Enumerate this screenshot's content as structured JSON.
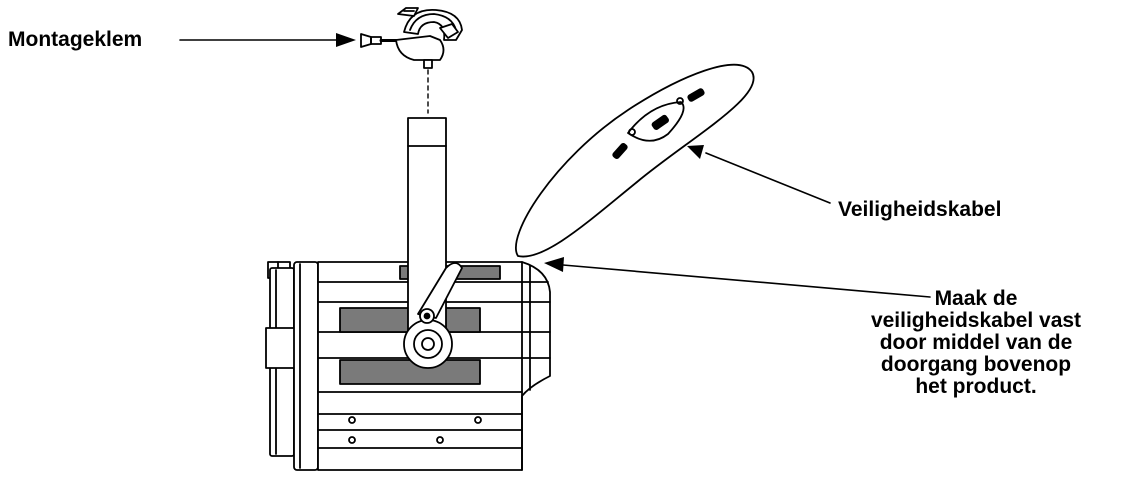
{
  "labels": {
    "mounting_clamp": "Montageklem",
    "safety_cable": "Veiligheidskabel",
    "instruction_lines": [
      "Maak de",
      "veiligheidskabel vast",
      "door middel van de",
      "doorgang bovenop",
      "het product."
    ]
  },
  "colors": {
    "line": "#000000",
    "grille": "#7a7a7a",
    "background": "#ffffff"
  }
}
